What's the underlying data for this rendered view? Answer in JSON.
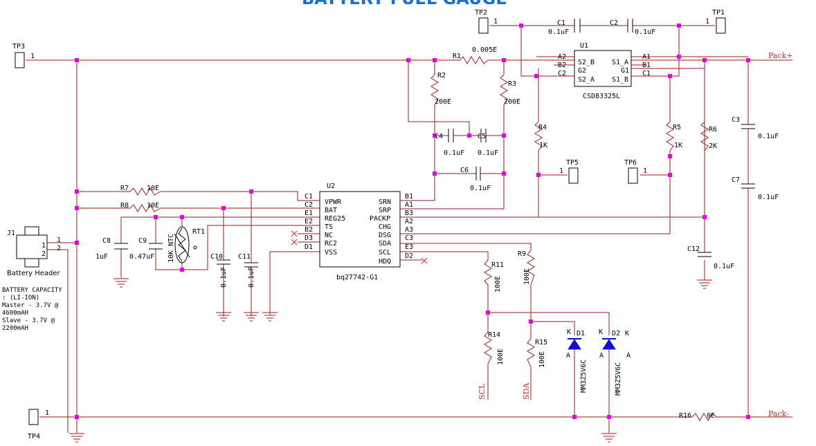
{
  "title": "BATTERY FUEL GAUGE",
  "test_points": {
    "tp1": "TP1",
    "tp2": "TP2",
    "tp3": "TP3",
    "tp4": "TP4",
    "tp5": "TP5",
    "tp6": "TP6",
    "pin": "1"
  },
  "nets": {
    "pack_plus": "Pack+",
    "pack_minus": "Pack-",
    "scl": "SCL",
    "sda": "SDA"
  },
  "resistors": {
    "r1": {
      "ref": "R1",
      "value": "0.005E"
    },
    "r2": {
      "ref": "R2",
      "value": "200E"
    },
    "r3": {
      "ref": "R3",
      "value": "200E"
    },
    "r4": {
      "ref": "R4",
      "value": "1K"
    },
    "r5": {
      "ref": "R5",
      "value": "1K"
    },
    "r6": {
      "ref": "R6",
      "value": "2K"
    },
    "r7": {
      "ref": "R7",
      "value": "10E"
    },
    "r8": {
      "ref": "R8",
      "value": "10E"
    },
    "r9": {
      "ref": "R9",
      "value": "100E"
    },
    "r11": {
      "ref": "R11",
      "value": "100E"
    },
    "r14": {
      "ref": "R14",
      "value": "100E"
    },
    "r15": {
      "ref": "R15",
      "value": "100E"
    },
    "r16": {
      "ref": "R16",
      "value": "0E"
    }
  },
  "capacitors": {
    "c1": {
      "ref": "C1",
      "value": "0.1uF"
    },
    "c2": {
      "ref": "C2",
      "value": "0.1uF"
    },
    "c3": {
      "ref": "C3",
      "value": "0.1uF"
    },
    "c4": {
      "ref": "C4",
      "value": "0.1uF"
    },
    "c5": {
      "ref": "C5",
      "value": "0.1uF"
    },
    "c6": {
      "ref": "C6",
      "value": "0.1uF"
    },
    "c7": {
      "ref": "C7",
      "value": "0.1uF"
    },
    "c8": {
      "ref": "C8",
      "value": "1uF"
    },
    "c9": {
      "ref": "C9",
      "value": "0.47uF"
    },
    "c10": {
      "ref": "C10",
      "value": "0.1uF"
    },
    "c11": {
      "ref": "C11",
      "value": "0.1uF"
    },
    "c12": {
      "ref": "C12",
      "value": "0.1uF"
    }
  },
  "rt1": {
    "ref": "RT1",
    "value": "10K NTC"
  },
  "u1": {
    "ref": "U1",
    "part": "CSD83325L",
    "left_pins": [
      {
        "ext": "A2",
        "name": "S2_B"
      },
      {
        "ext": "B2",
        "name": "G2"
      },
      {
        "ext": "C2",
        "name": "S2_A"
      }
    ],
    "right_pins": [
      {
        "ext": "A1",
        "name": "S1_A"
      },
      {
        "ext": "B1",
        "name": "G1"
      },
      {
        "ext": "C1",
        "name": "S1_B"
      }
    ]
  },
  "u2": {
    "ref": "U2",
    "part": "bq27742-G1",
    "left_pins": [
      {
        "ext": "C1",
        "name": "VPWR"
      },
      {
        "ext": "C2",
        "name": "BAT"
      },
      {
        "ext": "E1",
        "name": "REG25"
      },
      {
        "ext": "E2",
        "name": "TS"
      },
      {
        "ext": "B2",
        "name": "NC"
      },
      {
        "ext": "D3",
        "name": "RC2"
      },
      {
        "ext": "D1",
        "name": "VSS"
      }
    ],
    "right_pins": [
      {
        "ext": "B1",
        "name": "SRN"
      },
      {
        "ext": "A1",
        "name": "SRP"
      },
      {
        "ext": "B3",
        "name": "PACKP"
      },
      {
        "ext": "A2",
        "name": "CHG"
      },
      {
        "ext": "A3",
        "name": "DSG"
      },
      {
        "ext": "C3",
        "name": "SDA"
      },
      {
        "ext": "E3",
        "name": "SCL"
      },
      {
        "ext": "D2",
        "name": "HDQ"
      }
    ]
  },
  "j1": {
    "ref": "J1",
    "label": "Battery Header",
    "pin1": "1",
    "pin2": "2"
  },
  "diodes": {
    "d1": {
      "ref": "D1",
      "part": "MM3Z5V6C",
      "k": "K",
      "a": "A"
    },
    "d2": {
      "ref": "D2",
      "part": "MM3Z5V6C",
      "k": "K",
      "a": "A"
    }
  },
  "notes": [
    "BATTERY CAPACITY",
    ": (LI-ION)",
    "Master - 3.7V @",
    "4600mAH",
    "Slave - 3.7V @",
    "2200mAH"
  ]
}
